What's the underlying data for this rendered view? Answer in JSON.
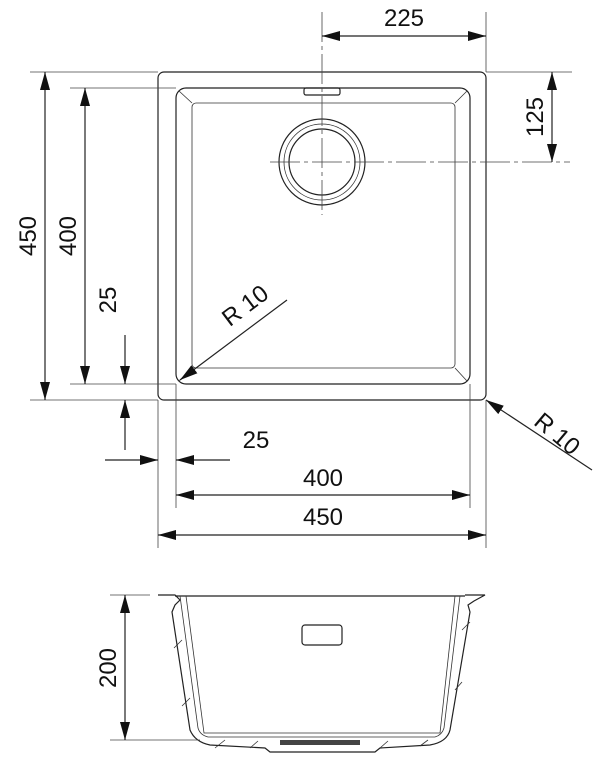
{
  "drawing": {
    "top_view": {
      "dim_drain_offset_x": "225",
      "dim_drain_offset_y": "125",
      "dim_outer_height": "450",
      "dim_inner_height": "400",
      "dim_rim_vertical": "25",
      "dim_inner_radius": "R 10",
      "dim_outer_radius": "R 10",
      "dim_rim_horizontal": "25",
      "dim_inner_width": "400",
      "dim_outer_width": "450"
    },
    "side_view": {
      "dim_depth": "200"
    }
  }
}
